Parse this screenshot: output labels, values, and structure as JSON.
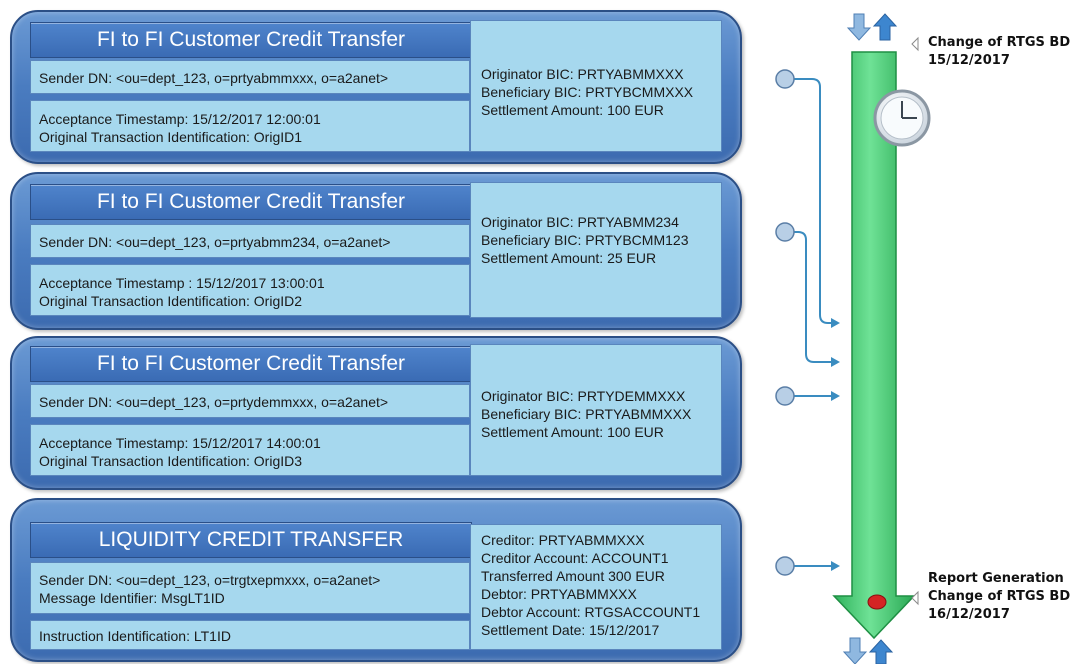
{
  "panels": [
    {
      "title": "FI to FI Customer Credit Transfer",
      "sender": "Sender DN: <ou=dept_123, o=prtyabmmxxx, o=a2anet>",
      "details": [
        "Acceptance Timestamp: 15/12/2017 12:00:01",
        "Original Transaction Identification: OrigID1"
      ],
      "right": [
        "Originator BIC: PRTYABMMXXX",
        "Beneficiary BIC: PRTYBCMMXXX",
        "Settlement Amount: 100 EUR"
      ]
    },
    {
      "title": "FI to FI Customer Credit Transfer",
      "sender": "Sender DN: <ou=dept_123, o=prtyabmm234, o=a2anet>",
      "details": [
        "Acceptance Timestamp : 15/12/2017 13:00:01",
        "Original Transaction Identification: OrigID2"
      ],
      "right": [
        "Originator BIC: PRTYABMM234",
        "Beneficiary BIC: PRTYBCMM123",
        "Settlement Amount: 25 EUR"
      ]
    },
    {
      "title": "FI to FI Customer Credit Transfer",
      "sender": "Sender DN: <ou=dept_123, o=prtydemmxxx, o=a2anet>",
      "details": [
        "Acceptance Timestamp: 15/12/2017 14:00:01",
        "Original Transaction Identification: OrigID3"
      ],
      "right": [
        "Originator BIC: PRTYDEMMXXX",
        "Beneficiary BIC: PRTYABMMXXX",
        "Settlement Amount: 100 EUR"
      ]
    },
    {
      "title": "LIQUIDITY CREDIT TRANSFER",
      "sender": [
        "Sender DN: <ou=dept_123, o=trgtxepmxxx, o=a2anet>",
        "Message Identifier: MsgLT1ID"
      ],
      "details": [
        "Instruction Identification: LT1ID"
      ],
      "right": [
        "Creditor: PRTYABMMXXX",
        "Creditor Account: ACCOUNT1",
        "Transferred Amount 300 EUR",
        "Debtor: PRTYABMMXXX",
        "Debtor Account: RTGSACCOUNT1",
        "Settlement Date: 15/12/2017"
      ]
    }
  ],
  "timeline": {
    "top_label": [
      "Change of RTGS BD",
      "15/12/2017"
    ],
    "bottom_label": [
      "Report Generation",
      "Change of RTGS BD",
      "16/12/2017"
    ],
    "bar_color": "#3cc86a",
    "icons": [
      "clock-icon",
      "red-dot-icon",
      "swap-arrows-icon"
    ]
  }
}
